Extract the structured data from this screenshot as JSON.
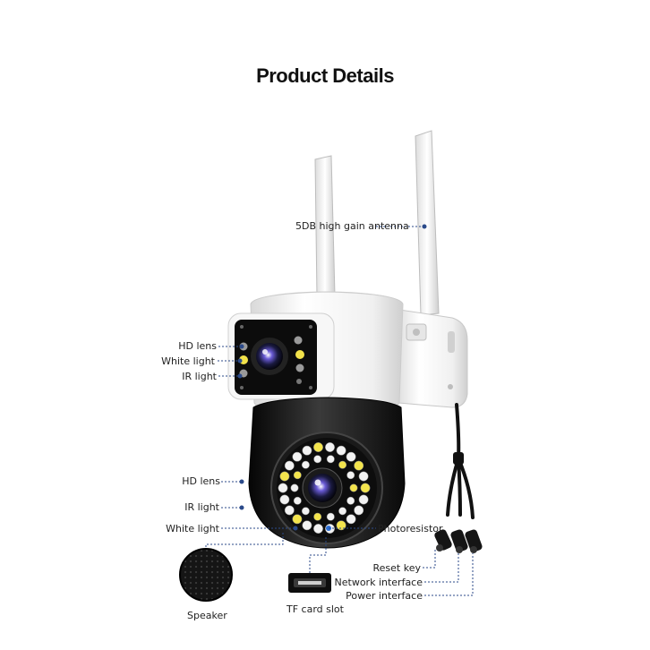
{
  "title": "Product Details",
  "labels": {
    "antenna": "5DB high gain antenna",
    "top_hd_lens": "HD lens",
    "top_white_light": "White light",
    "top_ir_light": "IR light",
    "bottom_hd_lens": "HD lens",
    "bottom_ir_light": "IR light",
    "bottom_white_light": "White light",
    "photoresistor": "Photoresistor",
    "reset_key": "Reset key",
    "network_interface": "Network interface",
    "power_interface": "Power interface",
    "speaker": "Speaker",
    "tf_card_slot": "TF card slot"
  },
  "colors": {
    "camera_body": "#f4f4f4",
    "camera_dark": "#111111",
    "callout_line": "#2b4a8a",
    "callout_dot": "#2b4a8a"
  }
}
